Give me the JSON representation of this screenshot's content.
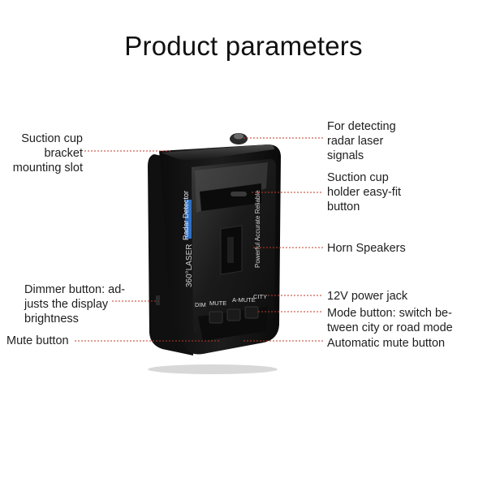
{
  "title": "Product parameters",
  "device_print": {
    "brand_strip": "Radar Detector",
    "model": "360°LASER",
    "tagline": "Powerful Accurate Reliable",
    "buttons": [
      "DIM",
      "MUTE",
      "A-MUTE",
      "CITY"
    ]
  },
  "callouts": {
    "left": [
      {
        "lines": [
          "Suction cup",
          "bracket",
          "mounting slot"
        ]
      },
      {
        "lines": [
          "Dimmer button: ad-",
          "justs the display",
          "brightness"
        ]
      },
      {
        "lines": [
          "Mute button"
        ]
      }
    ],
    "right": [
      {
        "lines": [
          "For detecting",
          "radar laser",
          "signals"
        ]
      },
      {
        "lines": [
          "Suction cup",
          "holder easy-fit",
          "button"
        ]
      },
      {
        "lines": [
          "Horn Speakers"
        ]
      },
      {
        "lines": [
          "12V power jack"
        ]
      },
      {
        "lines": [
          "Mode button: switch be-",
          "tween city or road mode"
        ]
      },
      {
        "lines": [
          "Automatic mute button"
        ]
      }
    ]
  },
  "colors": {
    "leader_line": "#c0392b",
    "device_body": "#151515",
    "accent_blue": "#2f6fc4"
  }
}
